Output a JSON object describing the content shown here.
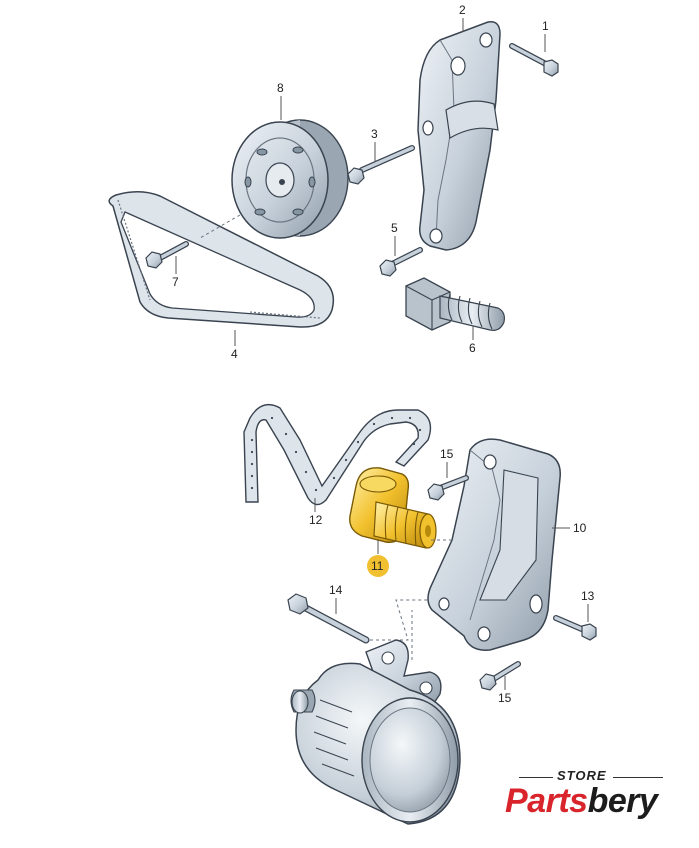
{
  "diagram": {
    "callouts": [
      {
        "id": "c1",
        "label": "1"
      },
      {
        "id": "c2",
        "label": "2"
      },
      {
        "id": "c3",
        "label": "3"
      },
      {
        "id": "c4",
        "label": "4"
      },
      {
        "id": "c5",
        "label": "5"
      },
      {
        "id": "c6",
        "label": "6"
      },
      {
        "id": "c7",
        "label": "7"
      },
      {
        "id": "c8",
        "label": "8"
      },
      {
        "id": "c10",
        "label": "10"
      },
      {
        "id": "c11",
        "label": "11"
      },
      {
        "id": "c12",
        "label": "12"
      },
      {
        "id": "c13",
        "label": "13"
      },
      {
        "id": "c14",
        "label": "14"
      },
      {
        "id": "c15a",
        "label": "15"
      },
      {
        "id": "c15b",
        "label": "15"
      }
    ],
    "highlight_part": "11",
    "colors": {
      "part_fill": "#c9d3dc",
      "part_dark": "#8d9aa6",
      "highlight_fill": "#f2c12e",
      "highlight_dark": "#b88a0c",
      "highlight_badge": "#f0c030"
    }
  },
  "logo": {
    "top": "STORE",
    "main_red": "Parts",
    "main_dark": "bery"
  }
}
